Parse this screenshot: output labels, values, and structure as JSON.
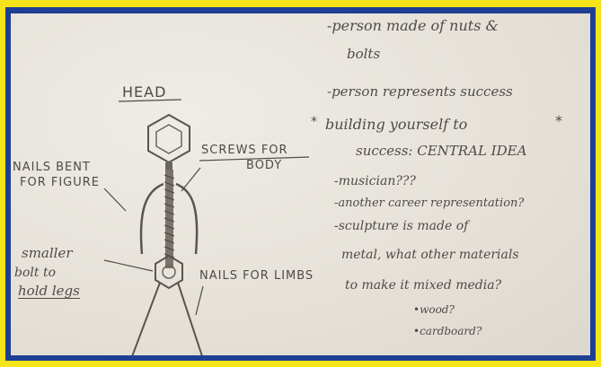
{
  "image": {
    "colors": {
      "frame_outer": "#f5e419",
      "frame_inner": "#1f3f93",
      "paper": "#e9e6df",
      "ink": "#4f4a45"
    }
  },
  "diagram_labels": {
    "head": "HEAD",
    "nails_bent": [
      "NAILS BENT",
      "FOR FIGURE"
    ],
    "screws": [
      "SCREWS FOR",
      "BODY"
    ],
    "smaller_bolt": [
      "smaller",
      "bolt to",
      "hold legs"
    ],
    "nails_limbs": "NAILS FOR LIMBS"
  },
  "notes": [
    "-person made of nuts &",
    "bolts",
    "-person represents success",
    "building yourself to",
    "success: CENTRAL IDEA",
    "-musician???",
    "-another career representation?",
    "-sculpture is made of",
    "metal, what other materials",
    "to make it mixed media?",
    "•wood?",
    "•cardboard?"
  ]
}
